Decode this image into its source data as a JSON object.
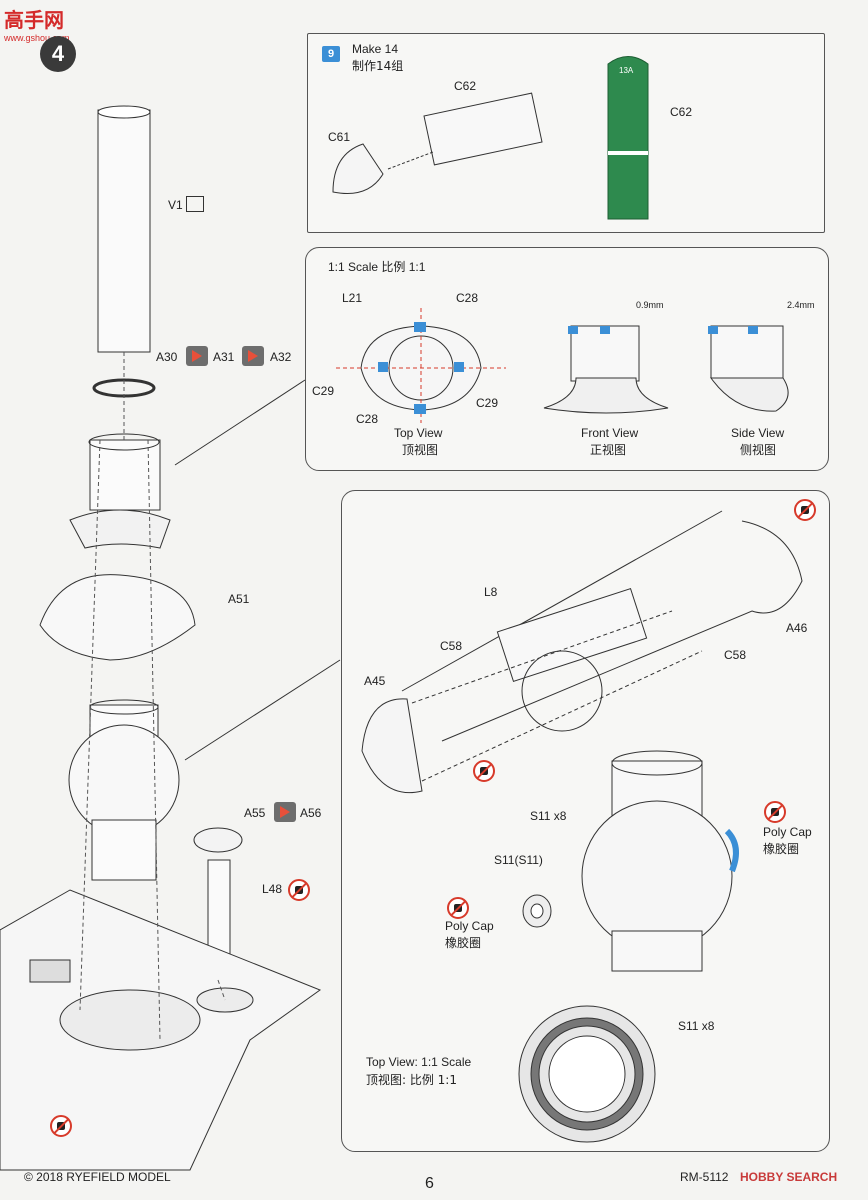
{
  "header": {
    "watermark": "高手网",
    "watermark_url": "www.gshou.com"
  },
  "step": {
    "number": "4"
  },
  "sub_assembly": {
    "badge": "9",
    "title_en": "Make 14",
    "title_cn": "制作14组",
    "labels": {
      "c62_top": "C62",
      "c61": "C61",
      "c62_right": "C62",
      "decal_text": "13A"
    }
  },
  "scale_panel": {
    "title": "1:1 Scale  比例 1:1",
    "labels": {
      "l21": "L21",
      "c28_top": "C28",
      "c29_left": "C29",
      "c28_bottom": "C28",
      "c29_right": "C29",
      "dim1": "0.9mm",
      "dim2": "2.4mm"
    },
    "views": [
      {
        "en": "Top View",
        "cn": "顶视图"
      },
      {
        "en": "Front View",
        "cn": "正视图"
      },
      {
        "en": "Side View",
        "cn": "侧视图"
      }
    ]
  },
  "main_labels": {
    "v1": "V1",
    "a30": "A30",
    "a31": "A31",
    "a32": "A32",
    "a51": "A51",
    "a55": "A55",
    "a56": "A56",
    "l48": "L48"
  },
  "detail_panel": {
    "labels": {
      "l8": "L8",
      "c58_left": "C58",
      "a45": "A45",
      "c58_right": "C58",
      "a46": "A46",
      "s11x8": "S11 x8",
      "s11s11": "S11(S11)",
      "s11x8_bottom": "S11 x8"
    },
    "poly_cap_right": {
      "en": "Poly Cap",
      "cn": "橡胶圈"
    },
    "poly_cap_left": {
      "en": "Poly Cap",
      "cn": "橡胶圈"
    },
    "top_view": {
      "en": "Top View: 1:1 Scale",
      "cn": "顶视图: 比例 1:1"
    }
  },
  "footer": {
    "copyright": "© 2018 RYEFIELD MODEL",
    "page": "6",
    "code": "RM-5112",
    "brand": "HOBBY SEARCH"
  },
  "colors": {
    "accent_blue": "#3b8fd6",
    "shell_green": "#2e8a4e",
    "noglue_red": "#d73a2a"
  }
}
